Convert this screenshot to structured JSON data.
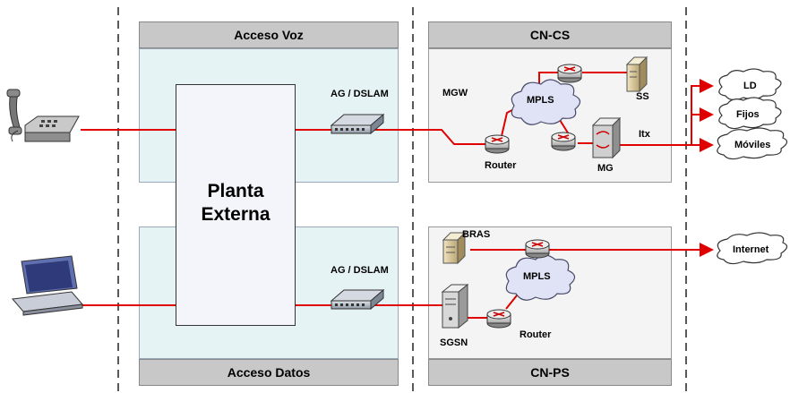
{
  "headers": {
    "acceso_voz": "Acceso Voz",
    "acceso_datos": "Acceso Datos",
    "cn_cs": "CN-CS",
    "cn_ps": "CN-PS"
  },
  "planta": {
    "line1": "Planta",
    "line2": "Externa"
  },
  "nodes": {
    "ag_dslam_top": "AG / DSLAM",
    "ag_dslam_bottom": "AG / DSLAM",
    "mgw": "MGW",
    "mpls_top": "MPLS",
    "mpls_bottom": "MPLS",
    "ss": "SS",
    "router_top": "Router",
    "router_bottom": "Router",
    "mg": "MG",
    "itx": "Itx",
    "bras": "BRAS",
    "sgsn": "SGSN"
  },
  "clouds": {
    "ld": "LD",
    "fijos": "Fijos",
    "moviles": "Móviles",
    "internet": "Internet"
  },
  "colors": {
    "link": "#e00000",
    "header_bg": "#c8c8c8",
    "access_bg": "#e6f3f5",
    "core_bg": "#f4f4f4"
  }
}
